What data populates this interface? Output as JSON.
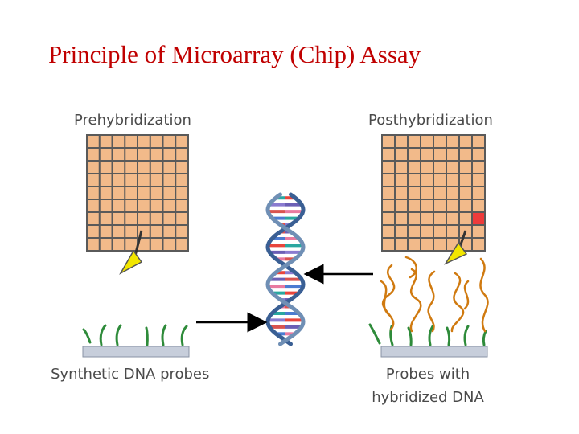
{
  "title": "Principle of Microarray (Chip) Assay",
  "labels": {
    "prehybridization": "Prehybridization",
    "posthybridization": "Posthybridization",
    "synthetic_probes": "Synthetic DNA probes",
    "probes_with_line1": "Probes with",
    "probes_with_line2": "hybridized DNA"
  },
  "colors": {
    "title": "#c00000",
    "chip_fill": "#f2ba8a",
    "chip_border": "#5a5a5a",
    "hybridized_spot": "#ee3b3b",
    "arrow_fill": "#f2e600",
    "probe_green": "#2e8b3a",
    "dna_orange": "#d07a10",
    "slide": "#c7cedb"
  },
  "chip": {
    "rows": 9,
    "cols": 8,
    "hybridized_spot": {
      "row": 6,
      "col": 7
    }
  },
  "icons": [
    "yellow-arrow-icon",
    "dna-helix-icon",
    "black-arrow-icon"
  ]
}
